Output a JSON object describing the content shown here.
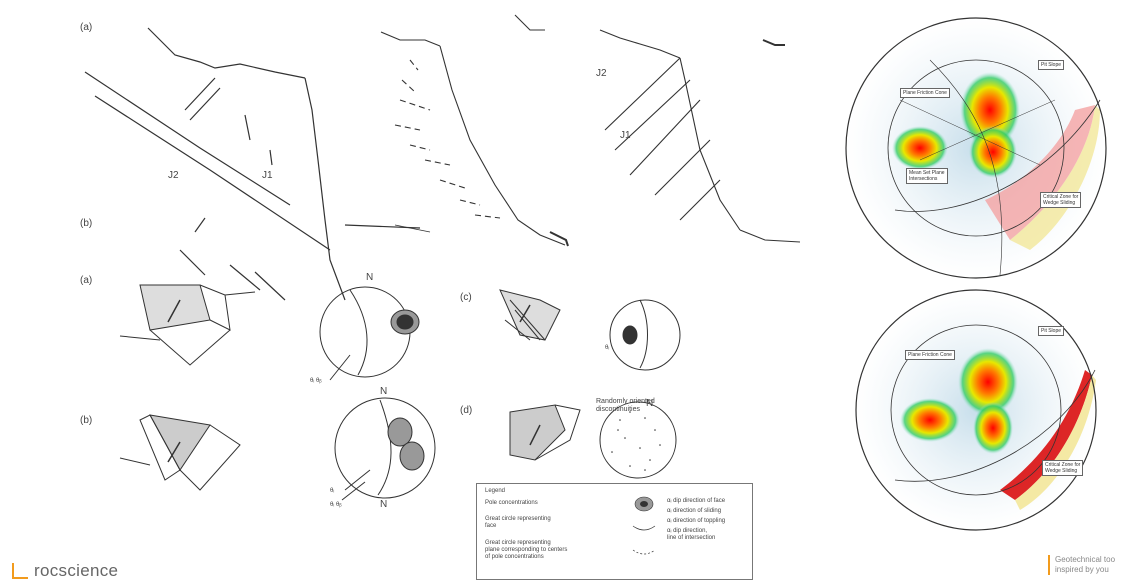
{
  "labels": {
    "top_a": "(a)",
    "top_b": "(b)",
    "j2_left": "J2",
    "j1_left": "J1",
    "j2_right": "J2",
    "j1_right": "J1",
    "mid_a": "(a)",
    "mid_b": "(b)",
    "mid_c": "(c)",
    "mid_d": "(d)",
    "north_top": "N",
    "north_mid": "N",
    "north_bottom": "N",
    "north_small": "N",
    "theta_ab": "θᵢ θᵦ",
    "theta_b": "θᵢ",
    "theta_ab2": "θᵢ θᵦ",
    "theta_c": "θᵢ",
    "random": "Randomly oriented\ndiscontinuities"
  },
  "legend": {
    "title": "Legend",
    "pole": "Pole concentrations",
    "great_circle_face": "Great circle representing\nface",
    "great_circle_plane": "Great circle representing\nplane corresponding to centers\nof pole concentrations",
    "dip_face": "αᵢ dip direction of face",
    "sliding": "αᵢ direction of sliding",
    "toppling": "αᵢ direction of toppling",
    "intersection": "αᵢ dip direction,\nline of intersection"
  },
  "stereonet_top": {
    "plane_friction": "Plane Friction Cone",
    "pit_slope": "Pit Slope",
    "mean_set": "Mean Set Plane\nIntersections",
    "critical_zone": "Critical Zone for\nWedge Sliding"
  },
  "stereonet_bottom": {
    "plane_friction": "Plane Friction Cone",
    "pit_slope": "Pit Slope",
    "critical_zone": "Critical Zone for\nWedge Sliding"
  },
  "brand": {
    "name": "rocscience",
    "tagline": "Geotechnical too\ninspired by you"
  },
  "colors": {
    "accent": "#f29b1d",
    "line": "#333333"
  }
}
